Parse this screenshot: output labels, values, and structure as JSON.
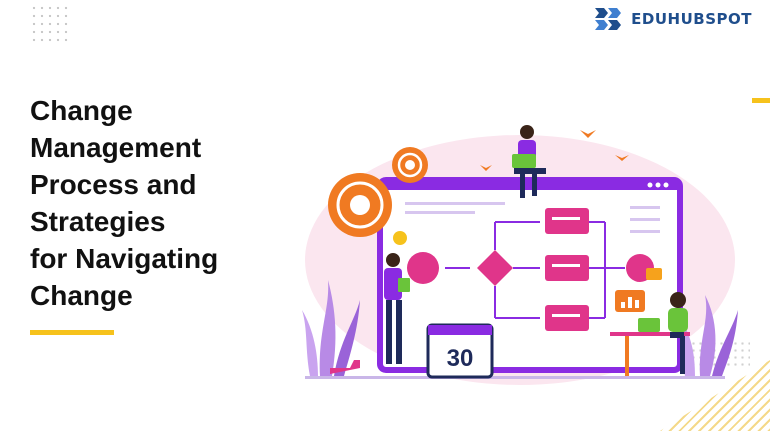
{
  "brand": {
    "name": "EDUHUBSPOT",
    "logo_icon": "eduhubspot-logo-icon",
    "color": "#1f4e8c"
  },
  "heading": {
    "lines": [
      "Change",
      "Management",
      "Process and",
      "Strategies",
      "for Navigating",
      "Change"
    ]
  },
  "calendar": {
    "day": "30"
  },
  "colors": {
    "accent": "#f6c21c",
    "primary": "#8a2be2",
    "magenta": "#e0358a",
    "orange": "#f07a22",
    "navy": "#1e2a5a"
  }
}
